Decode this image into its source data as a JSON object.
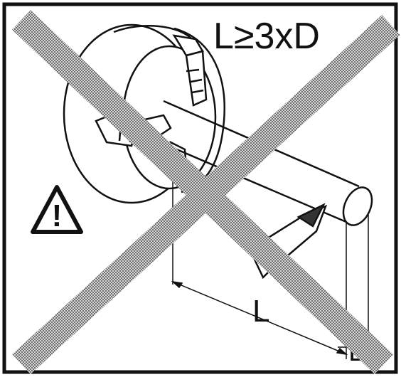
{
  "diagram": {
    "formula": "L≥3xD",
    "length_label": "L",
    "diameter_label": "D",
    "warning_symbol": "!",
    "icons": {
      "warning": "warning-triangle-icon",
      "prohibition": "prohibition-cross-icon"
    },
    "colors": {
      "line": "#111111",
      "cross": "#a8a8a8",
      "cross_dark": "#6f6f6f",
      "background": "#ffffff"
    }
  }
}
